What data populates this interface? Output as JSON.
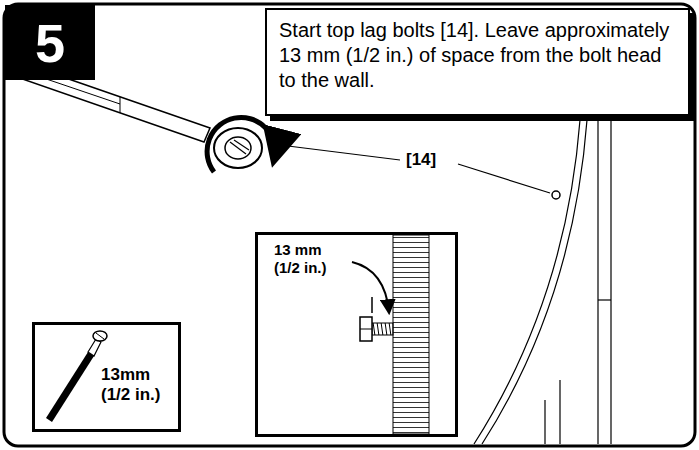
{
  "diagram": {
    "nodes": [
      {
        "text": [
          "5"
        ]
      },
      {
        "text": [
          "Start top lag bolts [14]. Leave approximately 13 mm (1/2 in.) of space from the bolt head to the wall."
        ]
      },
      {
        "text": [
          "13 mm (1/2 in.)"
        ]
      },
      {
        "text": [
          "13mm (1/2 in.)"
        ]
      }
    ],
    "labels": [
      "[14]"
    ]
  }
}
